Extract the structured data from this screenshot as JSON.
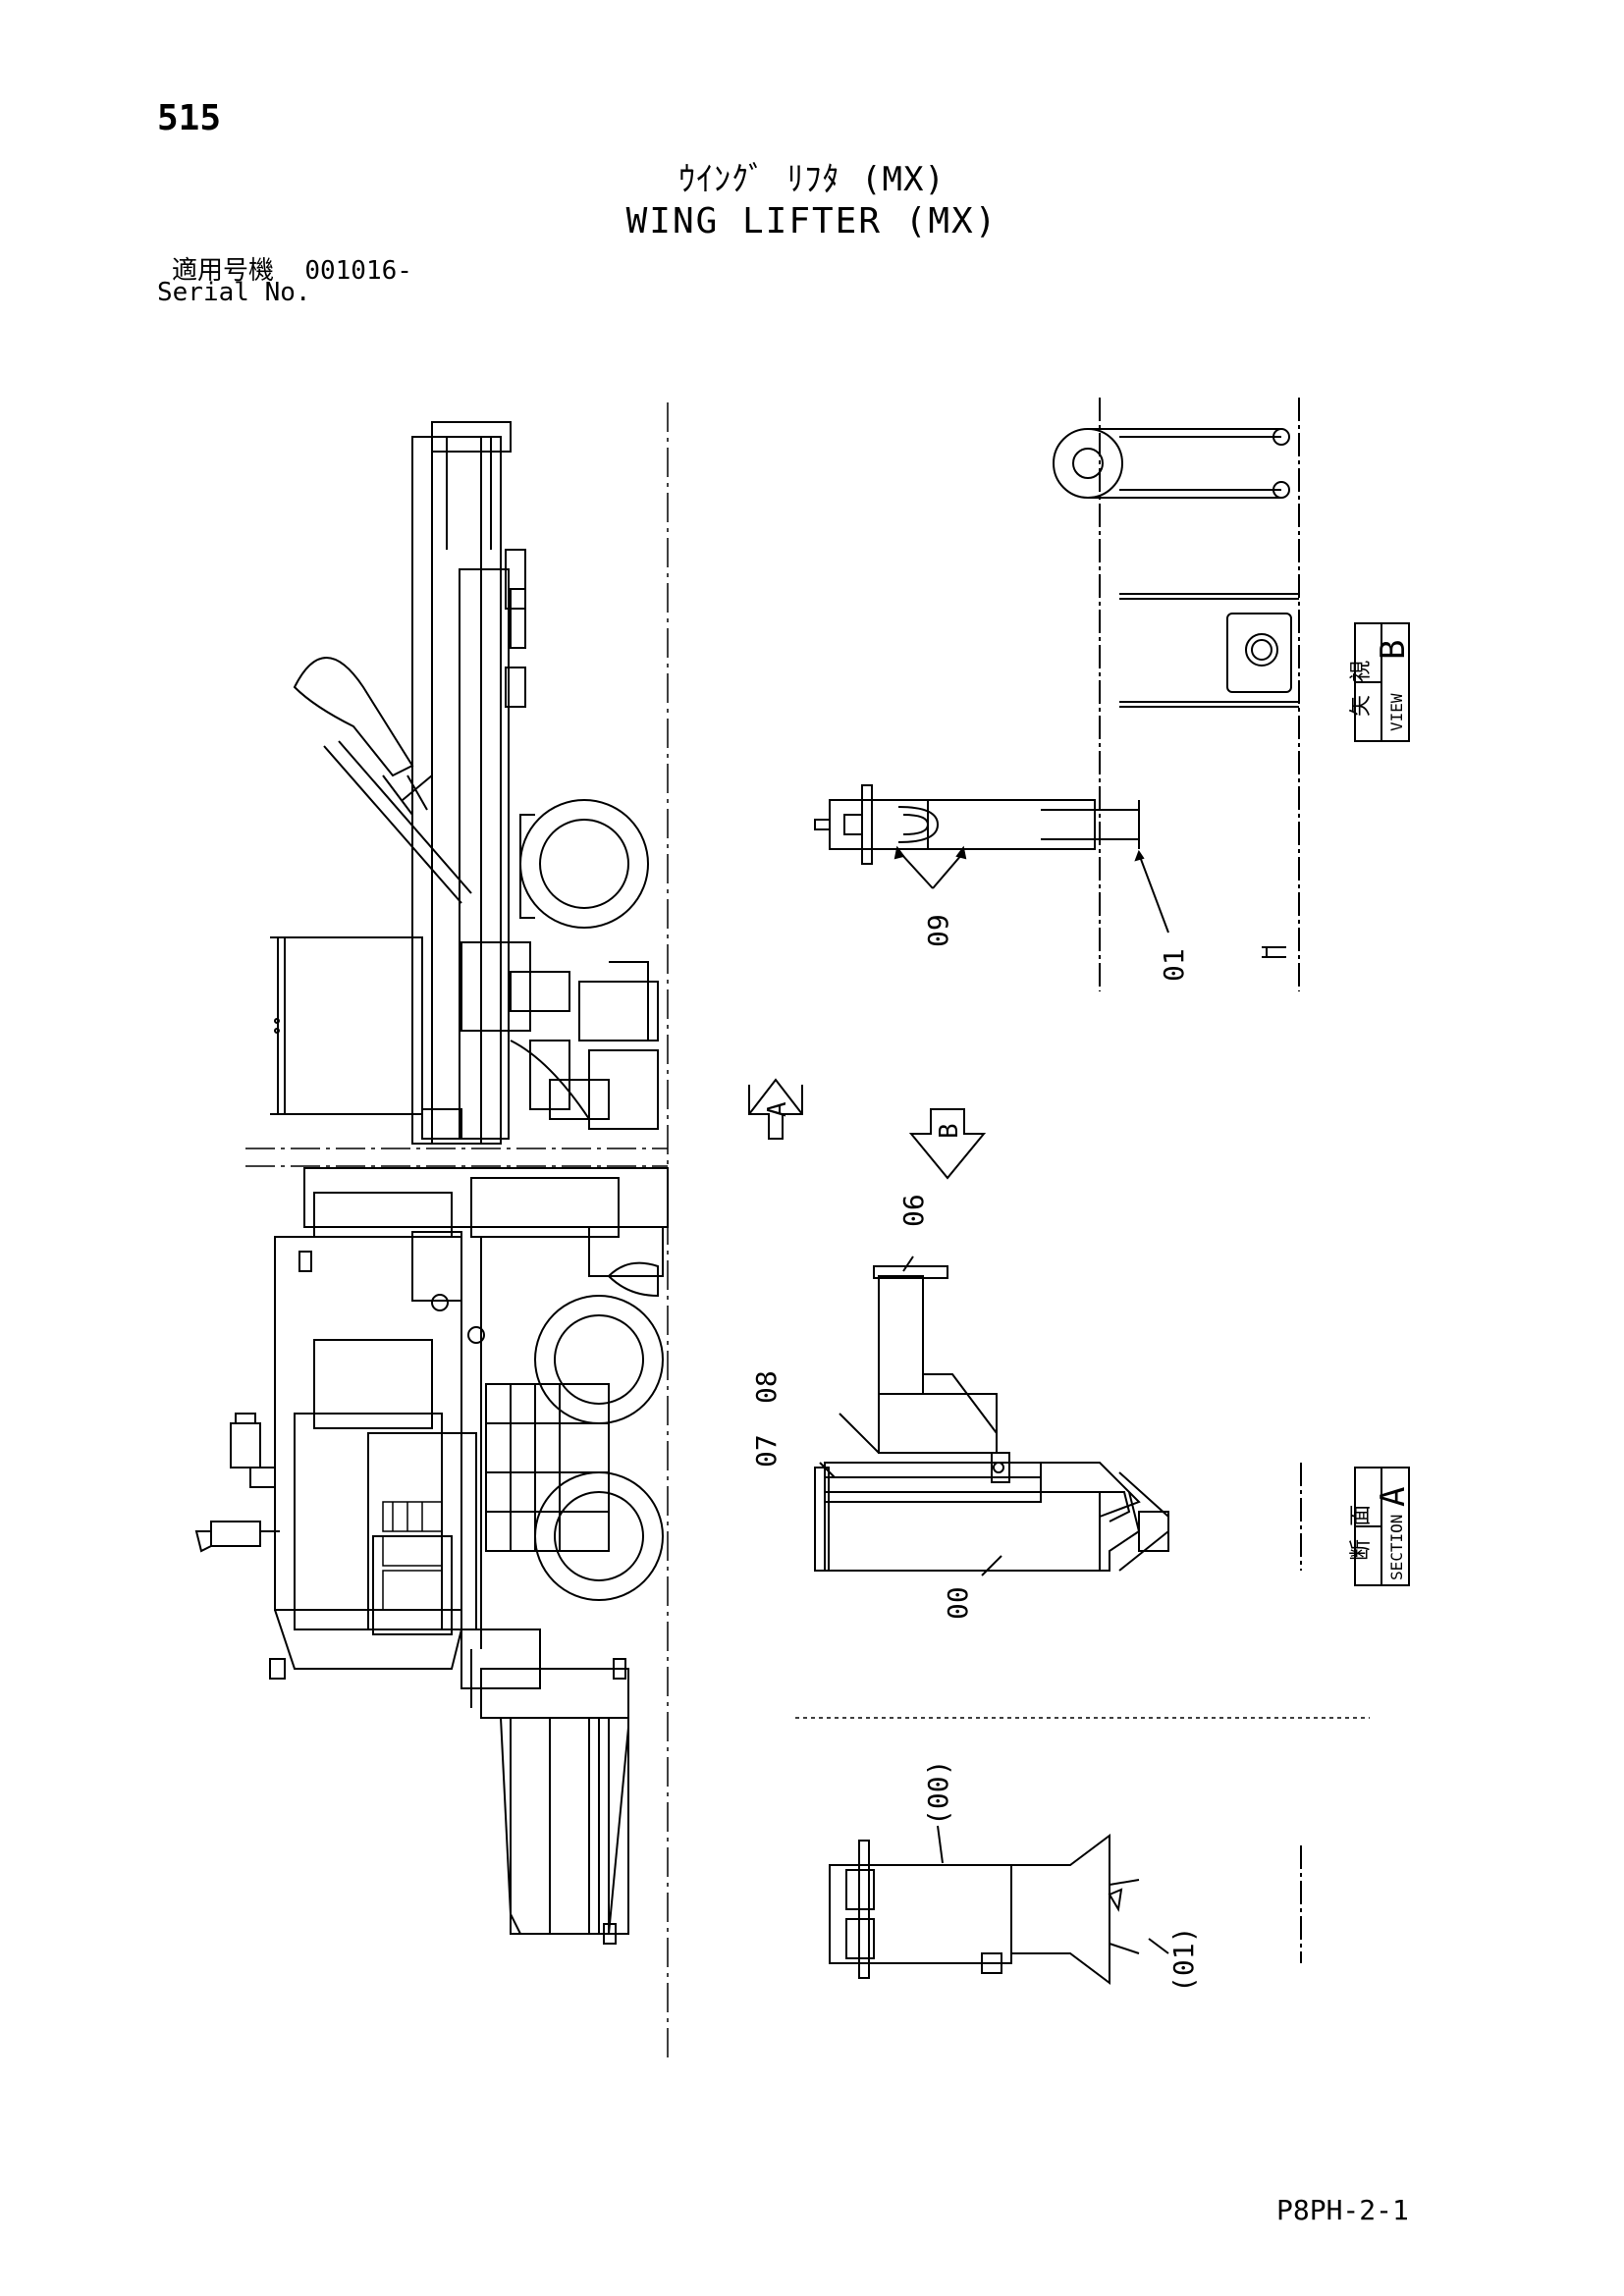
{
  "header": {
    "page_number": "515",
    "title_jp": "ｳｲﾝｸﾞ ﾘﾌﾀ (MX)",
    "title_en": "WING LIFTER (MX)",
    "serial_label_jp": "適用号機",
    "serial_value": "001016-",
    "serial_label_en": "Serial No."
  },
  "drawing": {
    "view_b": {
      "jp": "矢 視",
      "en": "VIEW",
      "letter": "B"
    },
    "section_a": {
      "jp": "断 面",
      "en": "SECTION",
      "letter": "A"
    },
    "arrow_a": "A",
    "arrow_b": "B",
    "callouts": {
      "c09": "09",
      "c01": "01",
      "c06": "06",
      "c08": "08",
      "c07": "07",
      "c00": "00",
      "c00p": "(00)",
      "c01p": "(01)"
    }
  },
  "footer": {
    "doc_code": "P8PH-2-1"
  }
}
